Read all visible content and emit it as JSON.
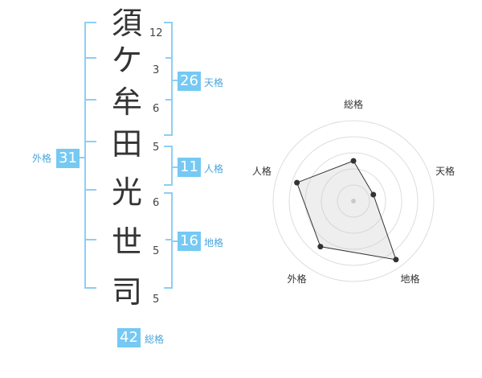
{
  "name_characters": [
    {
      "char": "須",
      "strokes": "12"
    },
    {
      "char": "ケ",
      "strokes": "3"
    },
    {
      "char": "牟",
      "strokes": "6"
    },
    {
      "char": "田",
      "strokes": "5"
    },
    {
      "char": "光",
      "strokes": "6"
    },
    {
      "char": "世",
      "strokes": "5"
    },
    {
      "char": "司",
      "strokes": "5"
    }
  ],
  "fortunes": {
    "tenkaku": {
      "value": "26",
      "label": "天格"
    },
    "jinkaku": {
      "value": "11",
      "label": "人格"
    },
    "chikaku": {
      "value": "16",
      "label": "地格"
    },
    "gaikaku": {
      "value": "31",
      "label": "外格"
    },
    "soukaku": {
      "value": "42",
      "label": "総格"
    }
  },
  "colors": {
    "accent": "#75c9f3",
    "bracket": "#8dcff2",
    "caption": "#4aa6dc"
  },
  "chart_data": {
    "type": "radar",
    "axes": [
      "総格",
      "天格",
      "地格",
      "外格",
      "人格"
    ],
    "scale_max": 5,
    "rings": 5,
    "values": [
      2.5,
      1.3,
      4.5,
      3.5,
      3.7
    ]
  }
}
